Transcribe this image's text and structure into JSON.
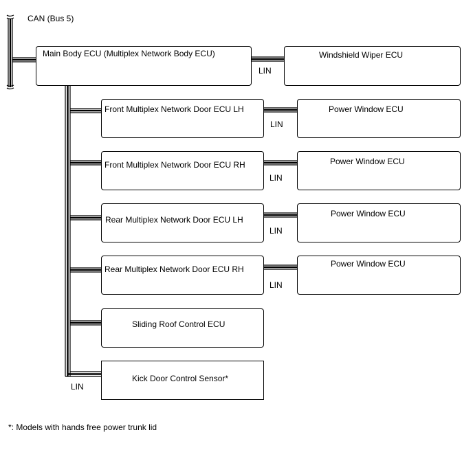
{
  "bus": {
    "label": "CAN (Bus 5)"
  },
  "main_ecu": {
    "label": "Main Body ECU (Multiplex Network Body ECU)"
  },
  "link_label": "LIN",
  "wiper_ecu": {
    "label": "Windshield Wiper ECU"
  },
  "door_ecus": [
    {
      "label": "Front Multiplex Network Door ECU LH",
      "window_label": "Power Window ECU",
      "link_label": "LIN"
    },
    {
      "label": "Front Multiplex Network Door ECU RH",
      "window_label": "Power Window ECU",
      "link_label": "LIN"
    },
    {
      "label": "Rear Multiplex Network Door ECU LH",
      "window_label": "Power Window ECU",
      "link_label": "LIN"
    },
    {
      "label": "Rear Multiplex Network Door ECU RH",
      "window_label": "Power Window ECU",
      "link_label": "LIN"
    }
  ],
  "roof_ecu": {
    "label": "Sliding Roof Control ECU"
  },
  "kick_sensor": {
    "label": "Kick Door Control Sensor*"
  },
  "bottom_link_label": "LIN",
  "footnote": "*: Models with hands free power trunk lid",
  "colors": {
    "line": "#000000",
    "background": "#ffffff"
  }
}
